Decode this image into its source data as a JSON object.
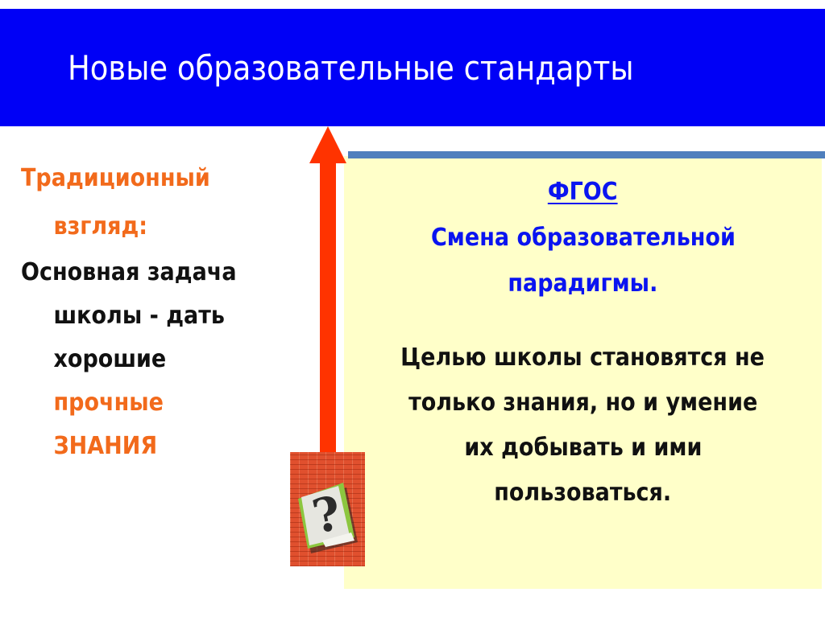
{
  "slide": {
    "title": "Новые образовательные стандарты",
    "colors": {
      "title_band": "#0000f6",
      "title_text": "#ffffff",
      "accent_orange": "#f26a1b",
      "arrow": "#ff3300",
      "panel_background": "#ffffc9",
      "panel_bar": "#4f7fbd",
      "panel_heading_blue": "#0a14f0"
    }
  },
  "left": {
    "heading_line1": "Традиционный",
    "heading_line2": "взгляд:",
    "body_line1": "Основная задача",
    "body_line2": "школы - дать",
    "body_line3": "хорошие",
    "highlight_line1": "прочные",
    "highlight_line2": "ЗНАНИЯ"
  },
  "arrow": {
    "icon": "up-arrow-icon",
    "direction": "up"
  },
  "picture": {
    "icon": "question-mark-icon",
    "description": "question mark on brick wall"
  },
  "right": {
    "heading": "ФГОС",
    "subheading_line1": "Смена образовательной",
    "subheading_line2": "парадигмы.",
    "body_line1": "Целью школы становятся не",
    "body_line2": "только знания, но и  умение",
    "body_line3": "их добывать и ими",
    "body_line4": "пользоваться."
  }
}
